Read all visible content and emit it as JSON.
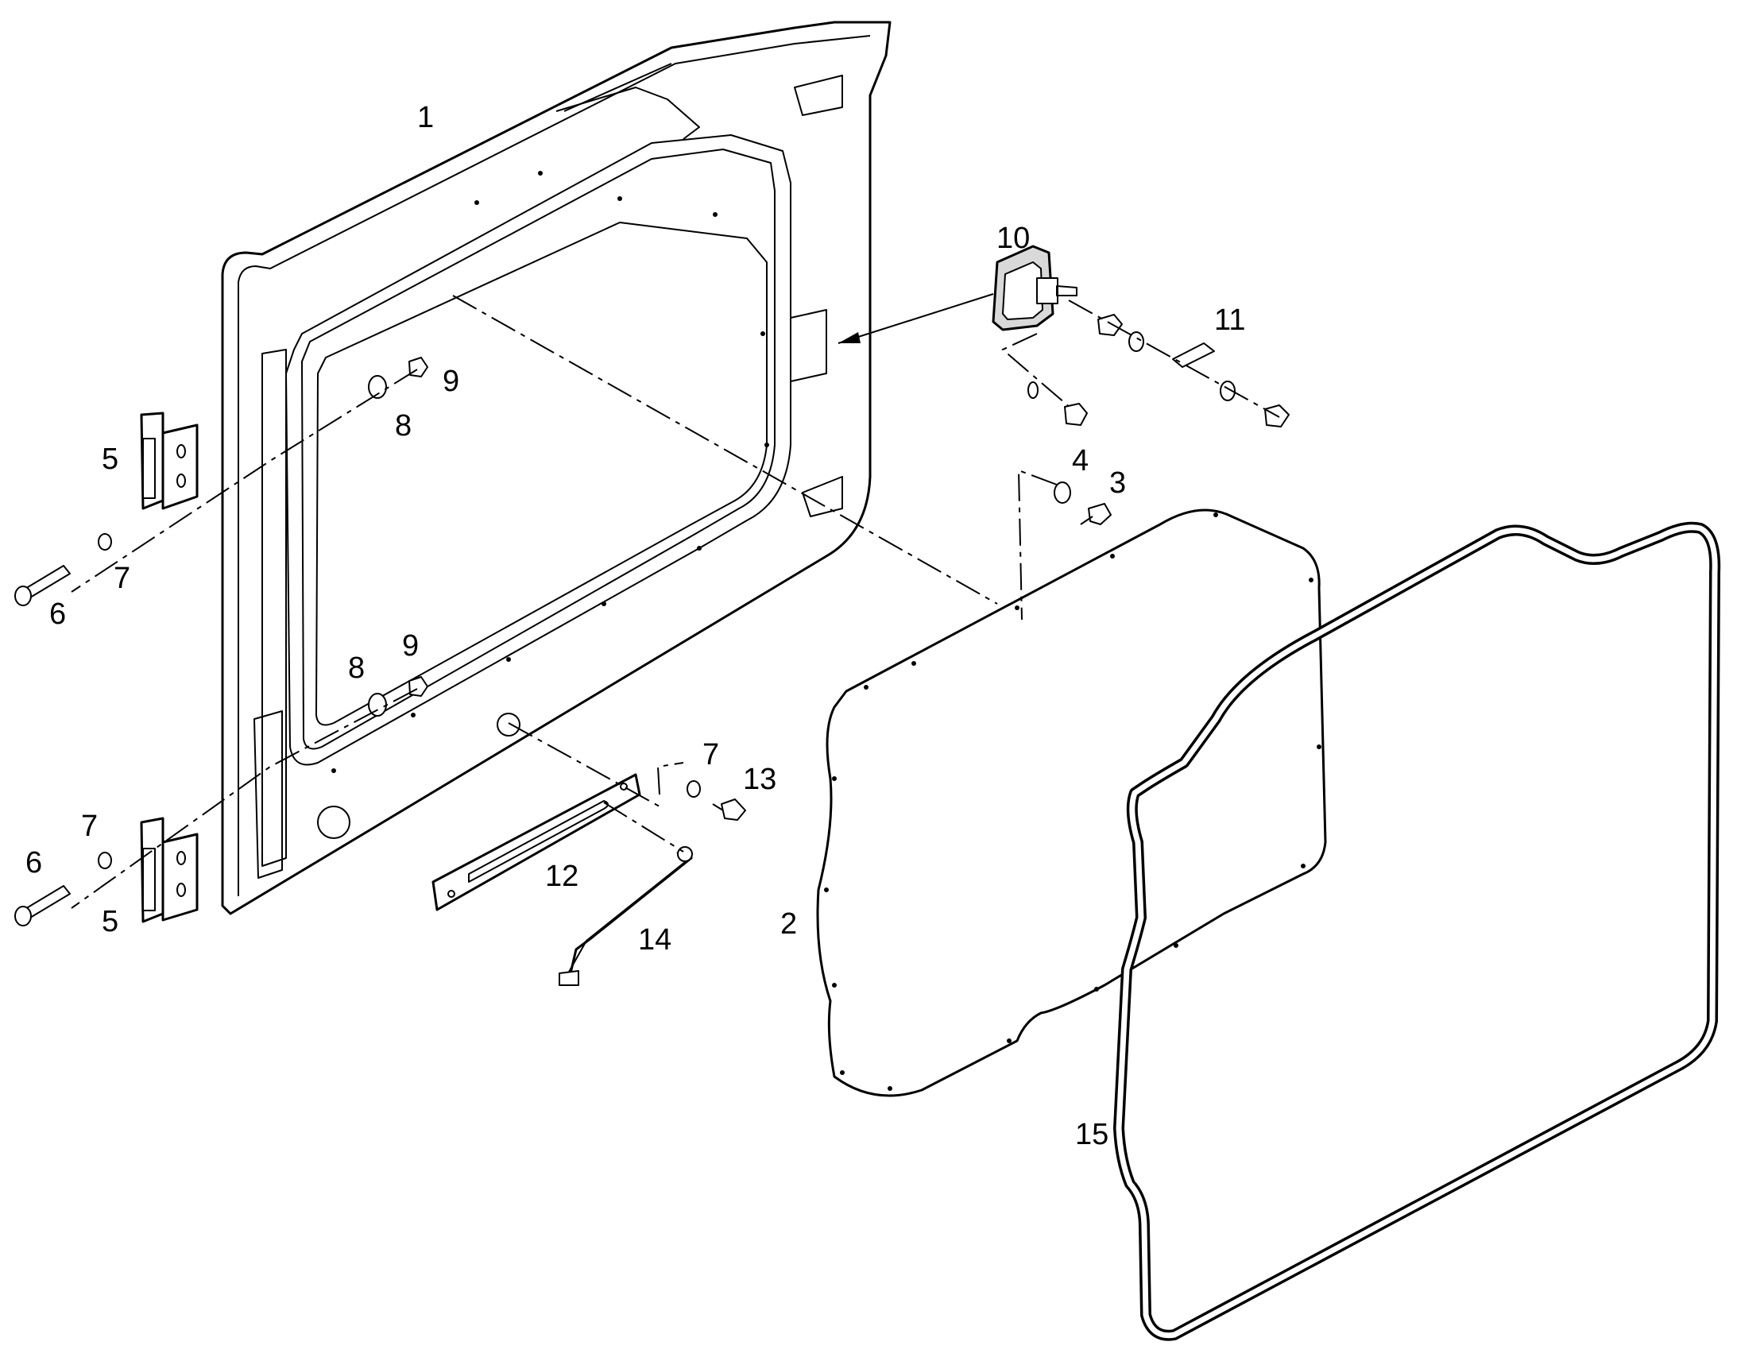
{
  "callouts": {
    "c1": "1",
    "c2": "2",
    "c3": "3",
    "c4": "4",
    "c5a": "5",
    "c5b": "5",
    "c6a": "6",
    "c6b": "6",
    "c7a": "7",
    "c7b": "7",
    "c7c": "7",
    "c8a": "8",
    "c8b": "8",
    "c9a": "9",
    "c9b": "9",
    "c10": "10",
    "c11": "11",
    "c12": "12",
    "c13": "13",
    "c14": "14",
    "c15": "15"
  }
}
